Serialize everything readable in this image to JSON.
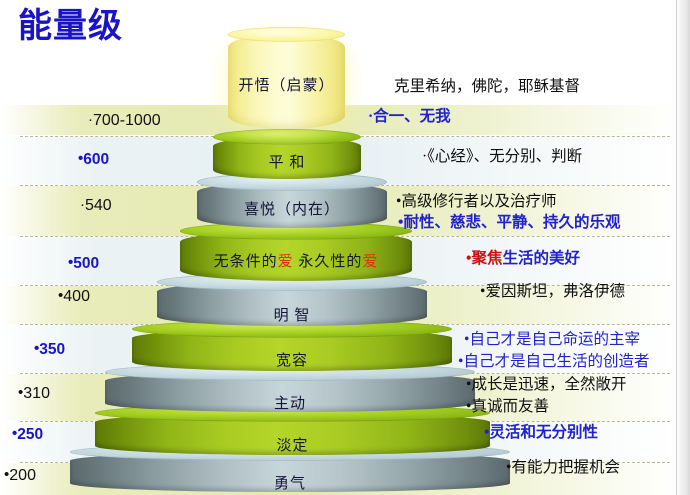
{
  "title": "能量级",
  "accent_colors": {
    "title_blue": "#1a14c8",
    "level_blue": "#1a14c8",
    "annotation_blue": "#2222cc",
    "highlight_red": "#cc1111",
    "cylinder_green": "#b4d62a",
    "cylinder_silver": "#c7d6da",
    "cylinder_yellow": "#fdfbd0"
  },
  "levels": [
    {
      "value": "700-1000",
      "value_style": "black",
      "band": "olive",
      "label": "开悟（启蒙）",
      "cylinder": "yellow",
      "notes": [
        {
          "text": "克里希纳，佛陀，耶稣基督",
          "style": "black",
          "bullet": false
        },
        {
          "text": "合一、无我",
          "style": "blue-b",
          "bullet": true
        }
      ]
    },
    {
      "value": "600",
      "value_style": "blue",
      "band": "cool",
      "label": "平 和",
      "cylinder": "green",
      "notes": [
        {
          "text": "《心经》、无分别、判断",
          "style": "black",
          "bullet": true
        }
      ]
    },
    {
      "value": "540",
      "value_style": "black",
      "band": "olive",
      "label": "喜悦（内在）",
      "cylinder": "silver",
      "notes": [
        {
          "text": "高级修行者以及治疗师",
          "style": "black",
          "bullet": true
        },
        {
          "text": "耐性、慈悲、平静、持久的乐观",
          "style": "blue-b",
          "bullet": true
        }
      ]
    },
    {
      "value": "500",
      "value_style": "blue",
      "band": "cool",
      "label_parts": [
        {
          "text": "无条件的",
          "color": "dark"
        },
        {
          "text": "爱",
          "color": "red"
        },
        {
          "text": " 永久性的",
          "color": "dark"
        },
        {
          "text": "爱",
          "color": "red"
        }
      ],
      "label": "无条件的爱 永久性的爱",
      "cylinder": "green",
      "notes": [
        {
          "text_red": "聚焦",
          "text_blue": "生活的美好",
          "style": "mixed",
          "bullet": true
        }
      ]
    },
    {
      "value": "400",
      "value_style": "black",
      "band": "olive",
      "label": "明 智",
      "cylinder": "silver",
      "notes": [
        {
          "text": "爱因斯坦，弗洛伊德",
          "style": "black",
          "bullet": true
        }
      ]
    },
    {
      "value": "350",
      "value_style": "blue",
      "band": "cool",
      "label": "宽容",
      "cylinder": "green",
      "notes": [
        {
          "text": "自己才是自己命运的主宰",
          "style": "blue",
          "bullet": true
        },
        {
          "text": "自己才是自己生活的创造者",
          "style": "blue",
          "bullet": true
        }
      ]
    },
    {
      "value": "310",
      "value_style": "black",
      "band": "olive",
      "label": "主动",
      "cylinder": "silver",
      "notes": [
        {
          "text": "成长是迅速，全然敞开",
          "style": "black",
          "bullet": true
        },
        {
          "text": "真诚而友善",
          "style": "black",
          "bullet": true
        }
      ]
    },
    {
      "value": "250",
      "value_style": "blue",
      "band": "cool",
      "label": "淡定",
      "cylinder": "green",
      "notes": [
        {
          "text": "灵活和无分别性",
          "style": "blue-b",
          "bullet": true
        }
      ]
    },
    {
      "value": "200",
      "value_style": "black",
      "band": "olive",
      "label": "勇气",
      "cylinder": "silver",
      "notes": [
        {
          "text": "有能力把握机会",
          "style": "black",
          "bullet": true
        }
      ]
    }
  ]
}
